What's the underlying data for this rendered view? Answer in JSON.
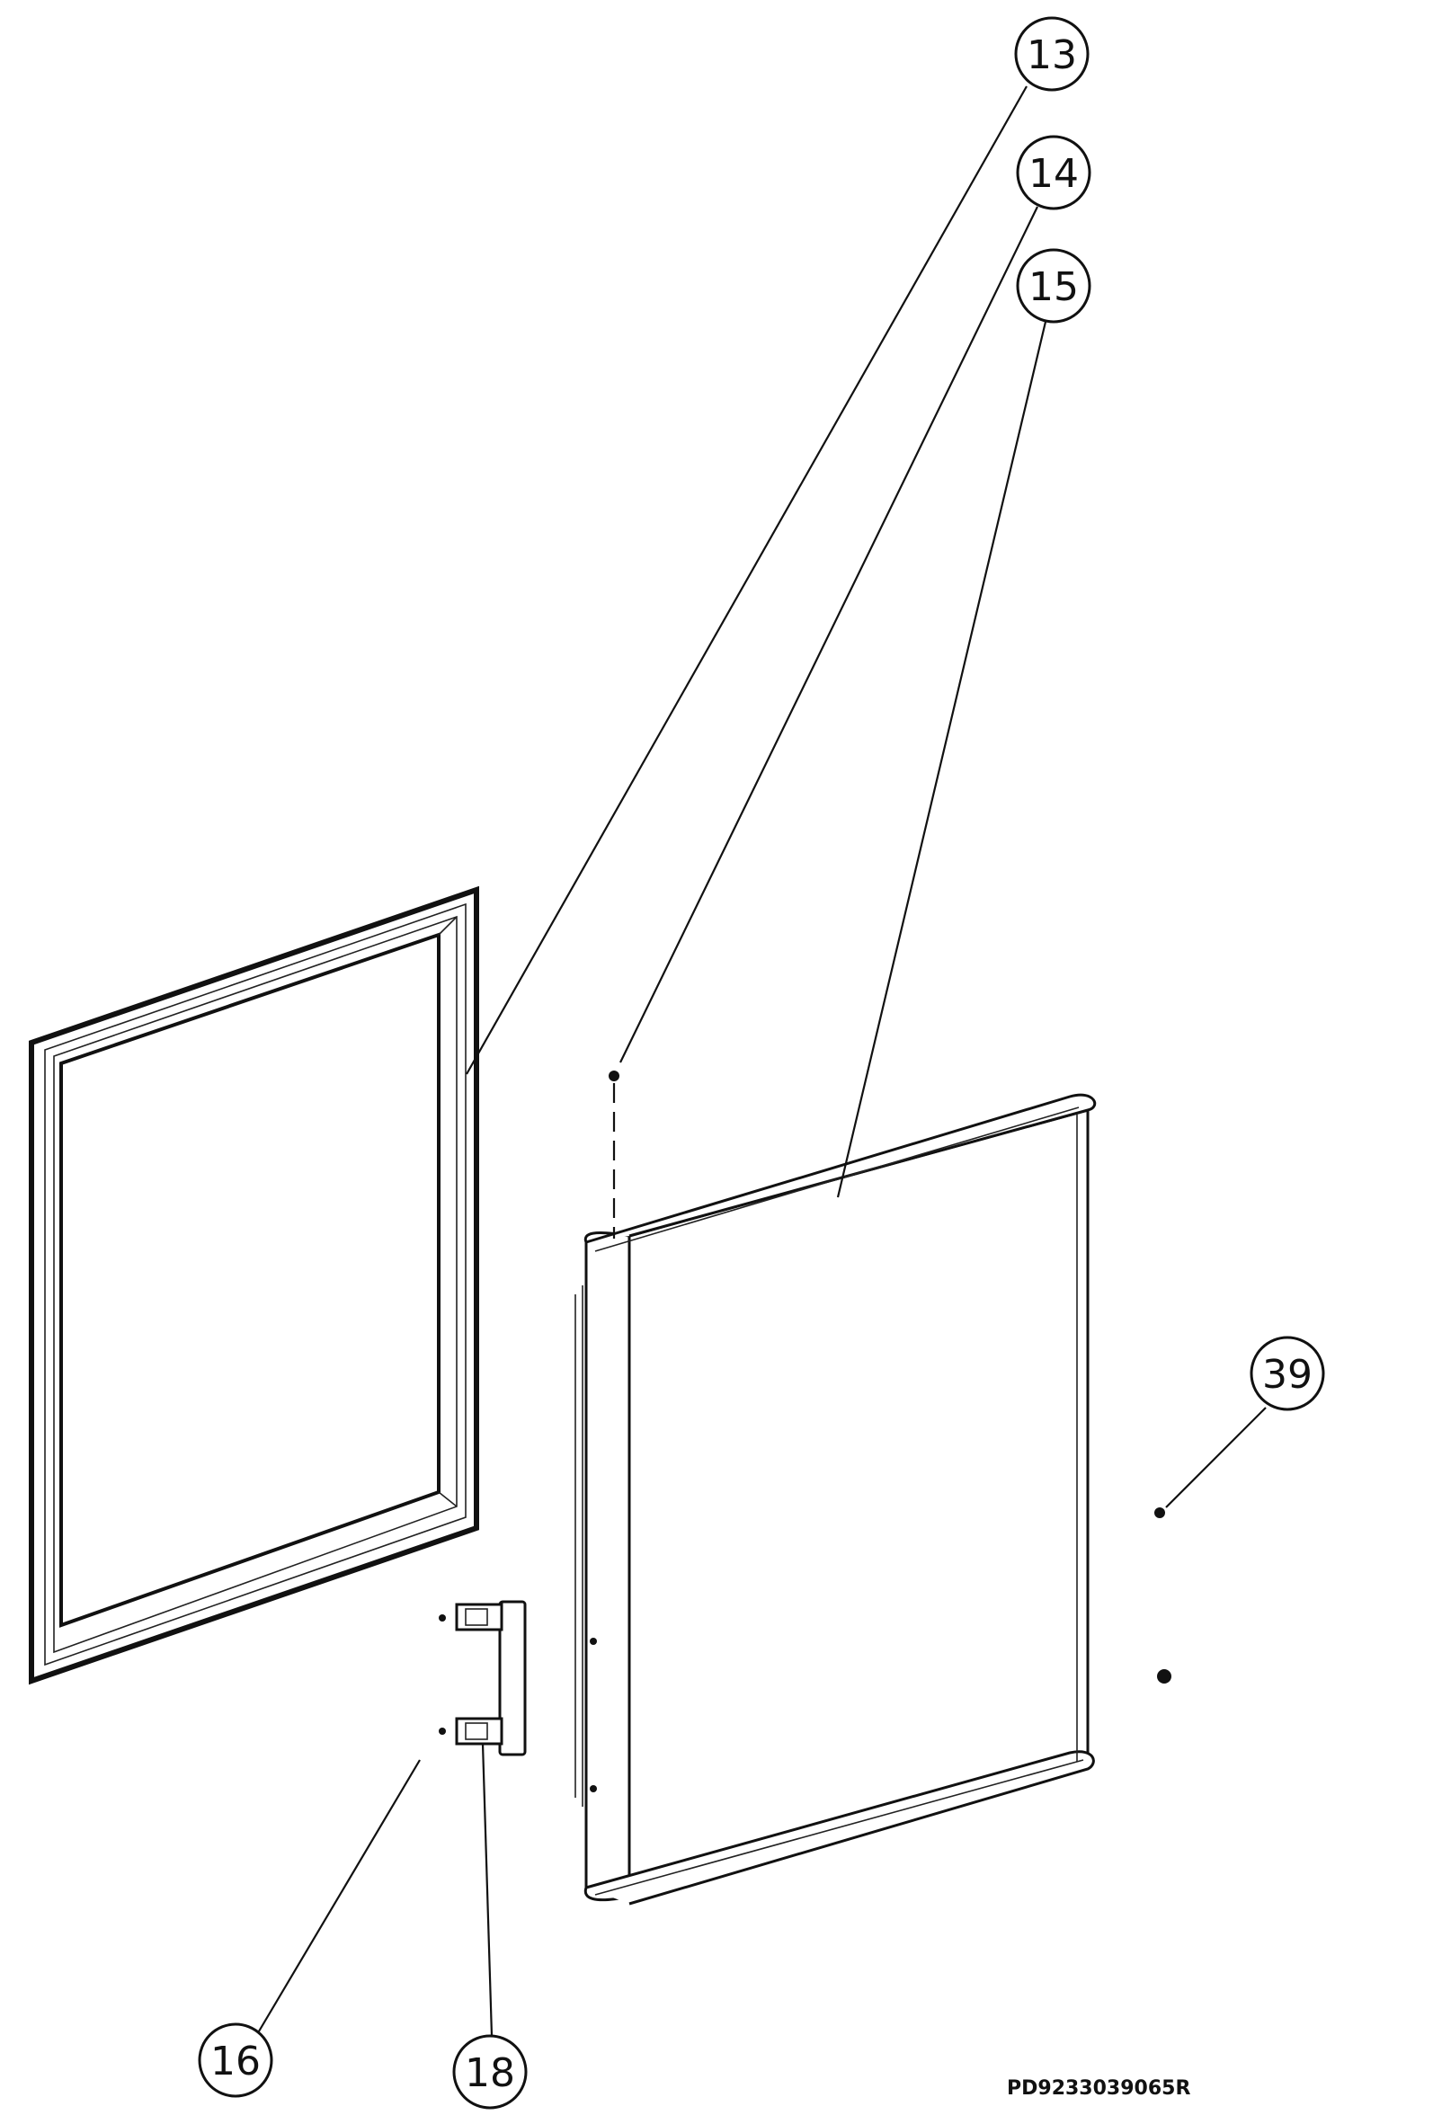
{
  "callouts": [
    {
      "id": "c13",
      "label": "13"
    },
    {
      "id": "c14",
      "label": "14"
    },
    {
      "id": "c15",
      "label": "15"
    },
    {
      "id": "c39",
      "label": "39"
    },
    {
      "id": "c16",
      "label": "16"
    },
    {
      "id": "c18",
      "label": "18"
    }
  ],
  "drawing_code": "PD9233039065R"
}
